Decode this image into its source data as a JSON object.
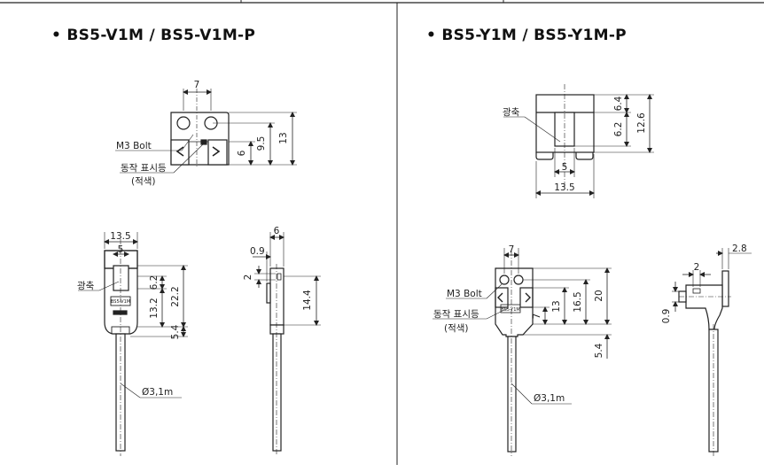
{
  "titles": {
    "left": "• BS5-V1M / BS5-V1M-P",
    "right": "• BS5-Y1M / BS5-Y1M-P"
  },
  "v1m": {
    "top": {
      "width": "7",
      "h_led": "6",
      "h_mid": "9.5",
      "h_total": "13",
      "bolt": "M3 Bolt",
      "indicator": "동작 표시등",
      "indicator_color": "(적색)"
    },
    "front": {
      "width": "13.5",
      "slot": "5",
      "axis": "광축",
      "slot_depth": "6.2",
      "slot_h": "13.2",
      "height": "22.2",
      "bottom": "5.4",
      "cable": "Ø3,1m",
      "model": "BS5-V1M"
    },
    "side": {
      "width": "6",
      "offset": "0.9",
      "led": "2",
      "height": "14.4"
    }
  },
  "y1m": {
    "top": {
      "axis": "광축",
      "slot": "5",
      "width": "13.5",
      "upper": "6.4",
      "slot_depth": "6.2",
      "height": "12.6"
    },
    "front": {
      "width": "7",
      "bolt": "M3 Bolt",
      "indicator": "동작 표시등",
      "indicator_color": "(적색)",
      "d7": "7",
      "d13": "13",
      "d165": "16.5",
      "d20": "20",
      "bottom": "5.4",
      "cable": "Ø3,1m",
      "model": "BS5-Y1M"
    },
    "side": {
      "top": "2.8",
      "led": "2",
      "offset": "0.9"
    }
  }
}
